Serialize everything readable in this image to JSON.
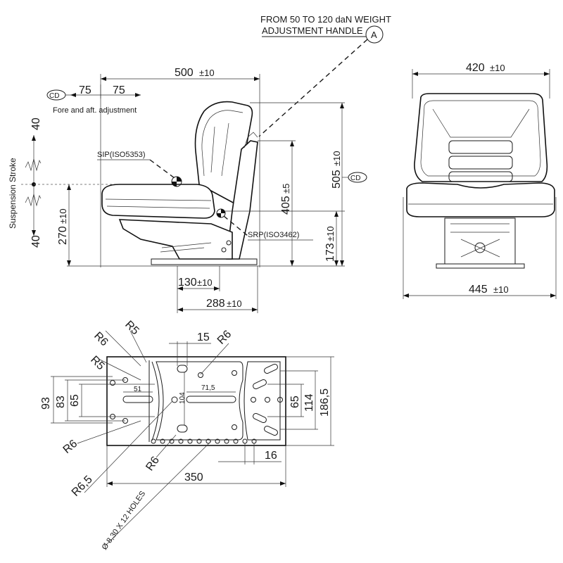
{
  "note": {
    "line1": "FROM 50 TO 120 daN WEIGHT",
    "line2": "ADJUSTMENT HANDLE",
    "marker": "A"
  },
  "side_view": {
    "width_dim": "500",
    "width_tol": "±10",
    "fore_aft": {
      "cd": "CD",
      "left": "75",
      "right": "75",
      "label": "Fore and aft. adjustment"
    },
    "suspension": {
      "label": "Suspension Stroke",
      "up": "40",
      "down": "40"
    },
    "sip_label": "SIP(ISO5353)",
    "srp_label": "SRP(ISO3462)",
    "height_405": "405",
    "tol_405": "±5",
    "height_505": "505",
    "tol_505": "±10",
    "cd_right": "CD",
    "height_270": "270",
    "tol_270": "±10",
    "height_173": "173",
    "tol_173": "±10",
    "base_130": "130",
    "tol_130": "±10",
    "base_288": "288",
    "tol_288": "±10"
  },
  "front_view": {
    "top_width": "420",
    "top_tol": "±10",
    "bottom_width": "445",
    "bottom_tol": "±10"
  },
  "base_plate": {
    "r6_a": "R6",
    "r5_a": "R5",
    "r5_b": "R5",
    "r6_b": "R6",
    "r6_c": "R6",
    "r6_d": "R6",
    "r65": "R6,5",
    "d15": "15",
    "d93": "93",
    "d83": "83",
    "d65_left": "65",
    "d51": "51",
    "d104": "104",
    "d715": "71,5",
    "d65_right": "65",
    "d114": "114",
    "d1865": "186,5",
    "d16": "16",
    "d350": "350",
    "holes": "Ø 8,30 X 12 HOLES"
  }
}
